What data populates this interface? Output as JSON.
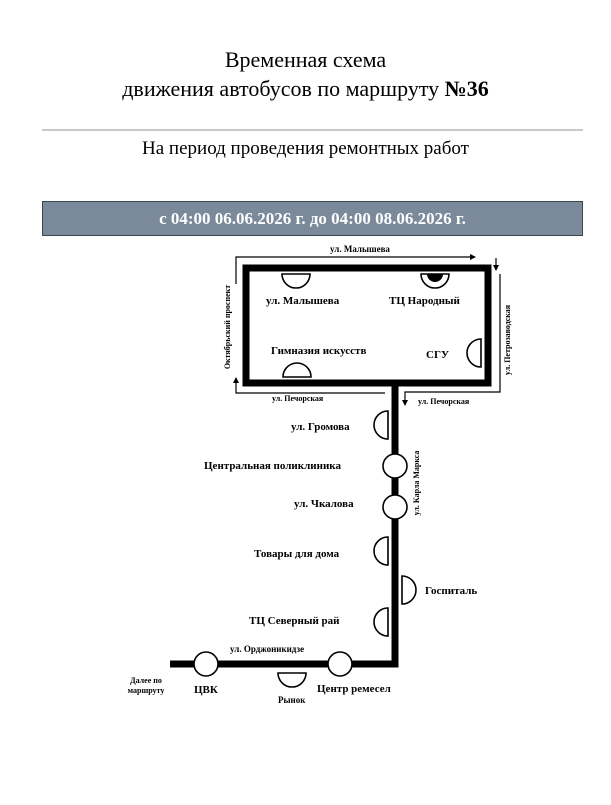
{
  "header": {
    "title_line1": "Временная схема",
    "title_line2_prefix": "движения автобусов по маршруту ",
    "route_number": "№36",
    "subtitle": "На период проведения ремонтных работ",
    "period": "с  04:00 06.06.2026 г. до 04:00 08.06.2026 г."
  },
  "streets": {
    "malysheva": "ул. Малышева",
    "oktyabrsky": "Октябрьский проспект",
    "petrozavodskaya": "ул. Петрозаводская",
    "pechorskaya_left": "ул. Печорская",
    "pechorskaya_right": "ул. Печорская",
    "karla_marksa": "ул. Карла Маркса",
    "ordzhonikidze": "ул. Орджоникидзе"
  },
  "stops": {
    "malysheva": "ул. Малышева",
    "tc_narodny": "ТЦ Народный",
    "gimnaziya": "Гимназия искусств",
    "sgu": "СГУ",
    "gromova": "ул. Громова",
    "poliklinika": "Центральная поликлиника",
    "chkalova": "ул. Чкалова",
    "tovary": "Товары для дома",
    "gospital": "Госпиталь",
    "severny_ray": "ТЦ Северный рай",
    "tsvk": "ЦВК",
    "rynok": "Рынок",
    "tsentr_remesel": "Центр ремесел"
  },
  "further": {
    "line1": "Далее по",
    "line2": "маршруту"
  },
  "colors": {
    "banner": "#7b8a9a",
    "route": "#000000"
  }
}
